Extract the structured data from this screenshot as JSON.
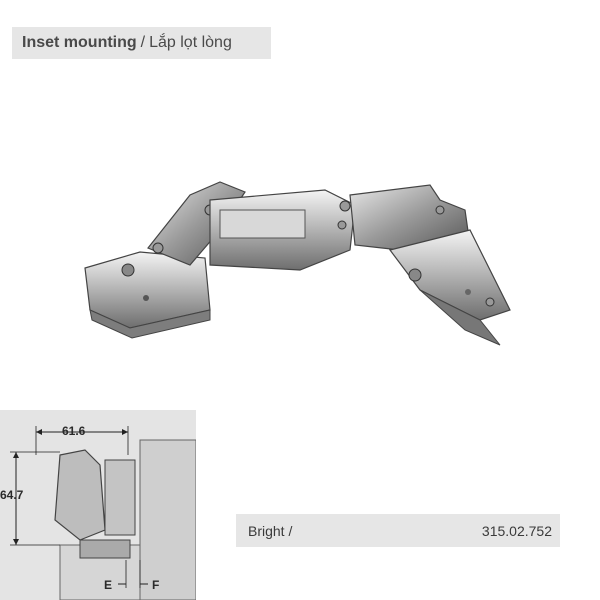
{
  "header": {
    "title_en": "Inset mounting",
    "separator": "/",
    "title_vi": "Lắp lọt lòng"
  },
  "dimensions": {
    "width_label": "61.6",
    "height_label": "64.7",
    "e_label": "E",
    "f_label": "F"
  },
  "product": {
    "finish": "Bright /",
    "article_number": "315.02.752"
  },
  "colors": {
    "label_bar": "#e6e6e6",
    "diagram_bg": "#e4e4e4",
    "text": "#3a3a3a"
  }
}
